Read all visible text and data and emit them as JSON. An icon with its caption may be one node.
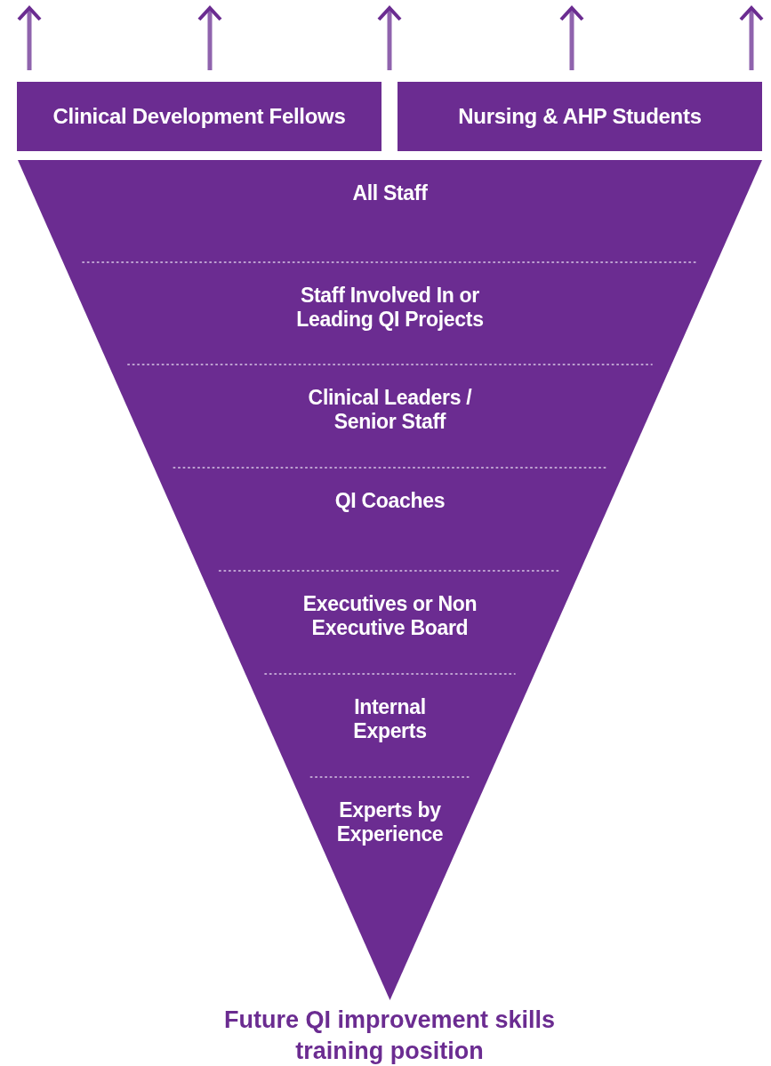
{
  "diagram": {
    "caption": "Future QI improvement skills training position",
    "nodes": [
      {
        "text": [
          "Clinical Development Fellows"
        ]
      },
      {
        "text": [
          "Nursing & AHP Students"
        ]
      },
      {
        "text": [],
        "shape": "triangle"
      },
      {
        "text": [
          "All Staff"
        ],
        "in": 2
      },
      {
        "text": [
          "Staff Involved In or Leading QI Projects"
        ],
        "in": 2
      },
      {
        "text": [
          "Clinical Leaders / Senior Staff"
        ],
        "in": 2
      },
      {
        "text": [
          "QI Coaches"
        ],
        "in": 2
      },
      {
        "text": [
          "Executives or Non Executive Board"
        ],
        "in": 2
      },
      {
        "text": [
          "Internal Experts"
        ],
        "in": 2
      },
      {
        "text": [
          "Experts by Experience"
        ],
        "in": 2
      }
    ]
  }
}
